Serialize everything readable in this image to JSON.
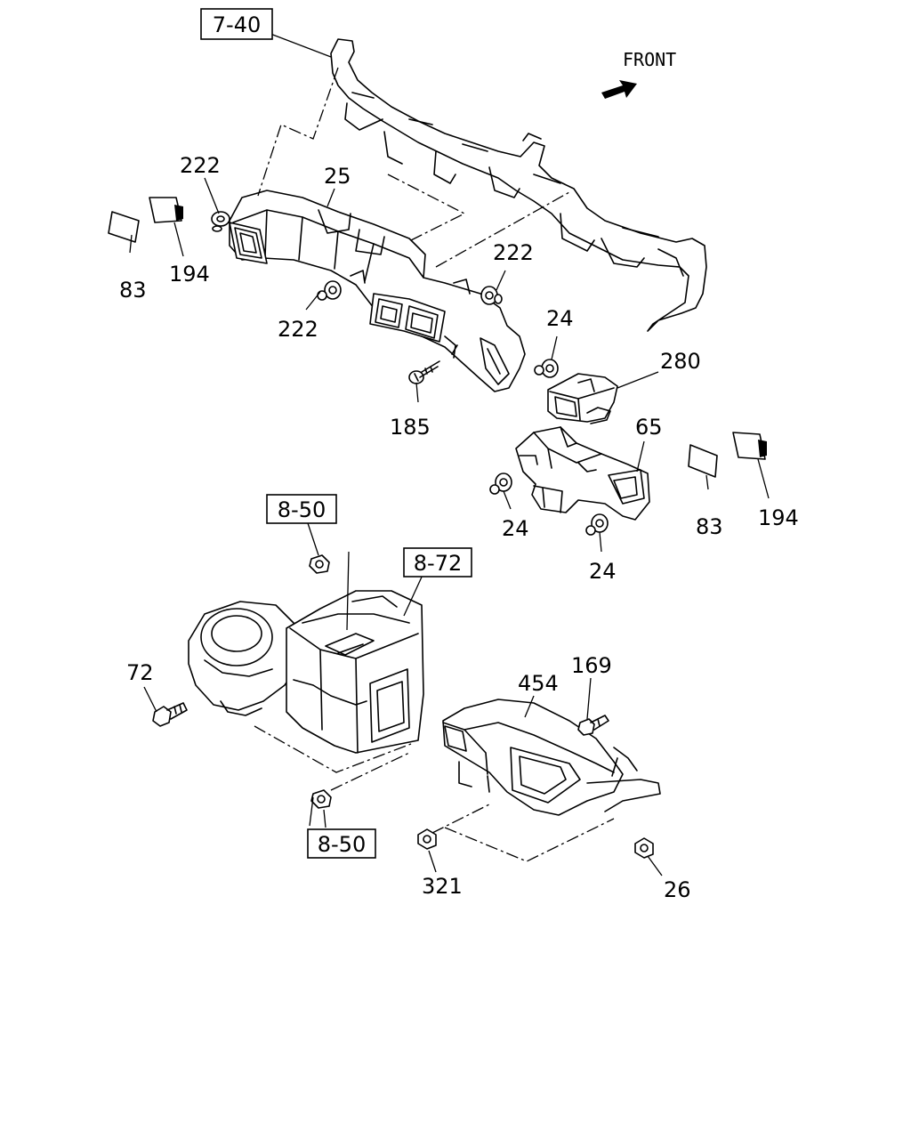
{
  "direction": {
    "text": "FRONT",
    "icon": "arrow-icon"
  },
  "references": [
    {
      "id": "ref-7-40",
      "text": "7-40"
    },
    {
      "id": "ref-8-50-top",
      "text": "8-50"
    },
    {
      "id": "ref-8-72",
      "text": "8-72"
    },
    {
      "id": "ref-8-50-bottom",
      "text": "8-50"
    }
  ],
  "labels": {
    "l222a": "222",
    "l25": "25",
    "l194a": "194",
    "l83a": "83",
    "l222b": "222",
    "l222c": "222",
    "l24a": "24",
    "l280": "280",
    "l185": "185",
    "l65": "65",
    "l24b": "24",
    "l24c": "24",
    "l83b": "83",
    "l194b": "194",
    "l72": "72",
    "l454": "454",
    "l169": "169",
    "l321": "321",
    "l26": "26"
  }
}
